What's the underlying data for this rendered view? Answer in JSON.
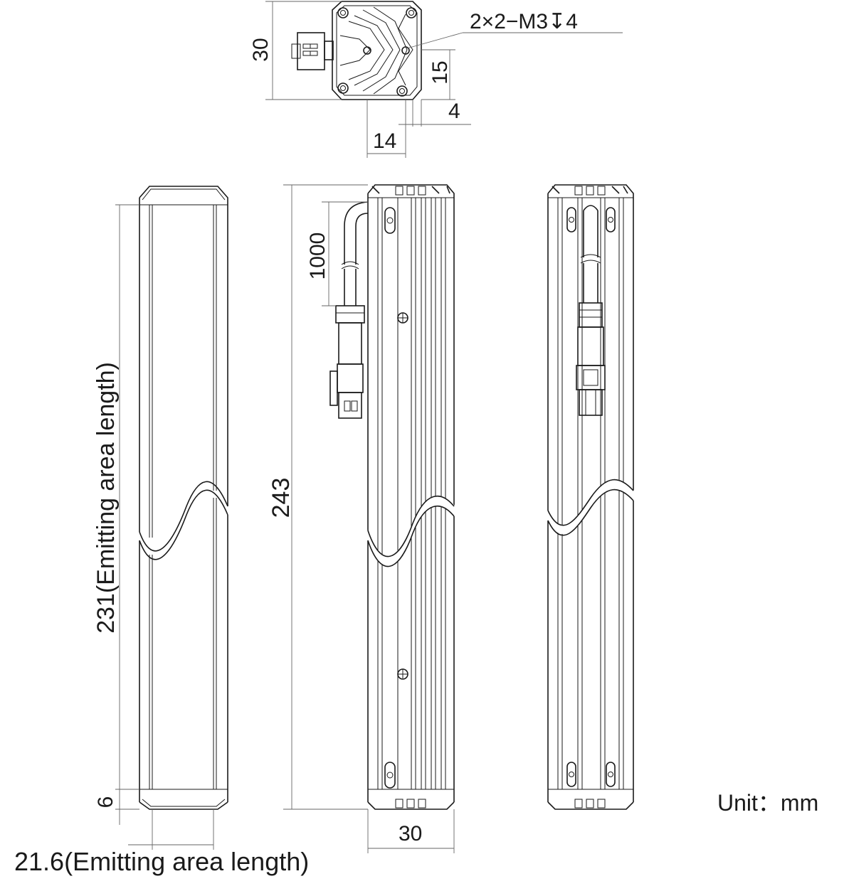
{
  "top_view": {
    "height_dim": "30",
    "mount_hole_note": "2×2−M3↧4",
    "hole_offset_dim": "15",
    "edge_offset_dim": "4",
    "hole_spacing_dim": "14"
  },
  "front_view": {
    "emitting_length_dim": "231(Emitting area length)",
    "end_cap_dim": "6",
    "emitting_width_dim": "21.6(Emitting area length)"
  },
  "side_view": {
    "total_length_dim": "243",
    "cable_length_dim": "1000",
    "width_dim": "30"
  },
  "unit_label": "Unit：mm"
}
